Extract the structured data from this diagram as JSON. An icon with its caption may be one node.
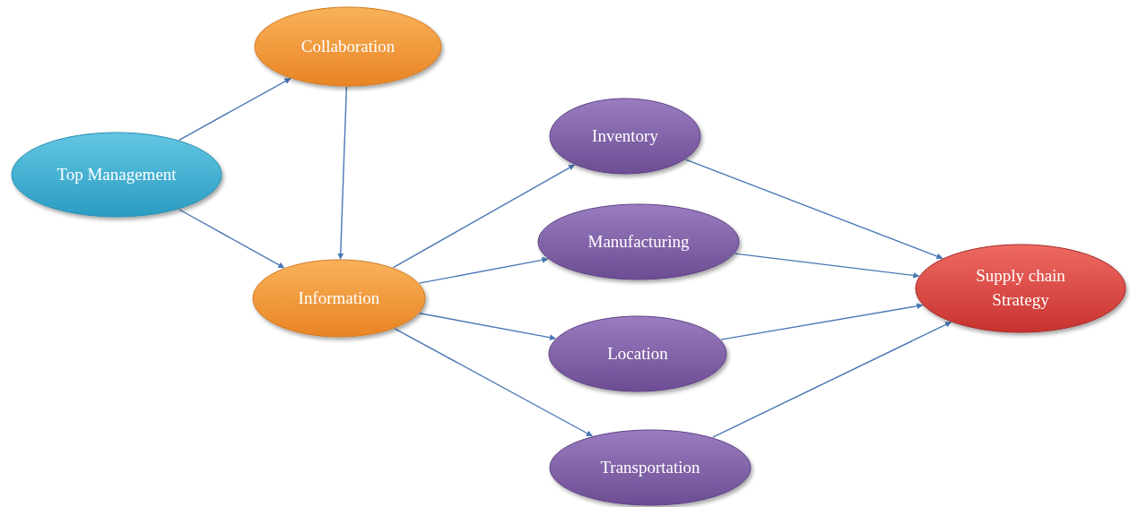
{
  "diagram": {
    "nodes": [
      {
        "text": [
          "Top Management"
        ]
      },
      {
        "text": [
          "Collaboration"
        ]
      },
      {
        "text": [
          "Information"
        ]
      },
      {
        "text": [
          "Inventory"
        ]
      },
      {
        "text": [
          "Manufacturing"
        ]
      },
      {
        "text": [
          "Location"
        ]
      },
      {
        "text": [
          "Transportation"
        ]
      },
      {
        "text": [
          "Supply chain Strategy"
        ]
      }
    ],
    "edges": [
      {
        "from": 0,
        "to": 1,
        "arrow": "to"
      },
      {
        "from": 0,
        "to": 2,
        "arrow": "to"
      },
      {
        "from": 1,
        "to": 2,
        "arrow": "to"
      },
      {
        "from": 2,
        "to": 3,
        "arrow": "to"
      },
      {
        "from": 2,
        "to": 4,
        "arrow": "to"
      },
      {
        "from": 2,
        "to": 5,
        "arrow": "to"
      },
      {
        "from": 2,
        "to": 6,
        "arrow": "to"
      },
      {
        "from": 3,
        "to": 7,
        "arrow": "to"
      },
      {
        "from": 4,
        "to": 7,
        "arrow": "to"
      },
      {
        "from": 5,
        "to": 7,
        "arrow": "to"
      },
      {
        "from": 6,
        "to": 7,
        "arrow": "to"
      }
    ]
  }
}
